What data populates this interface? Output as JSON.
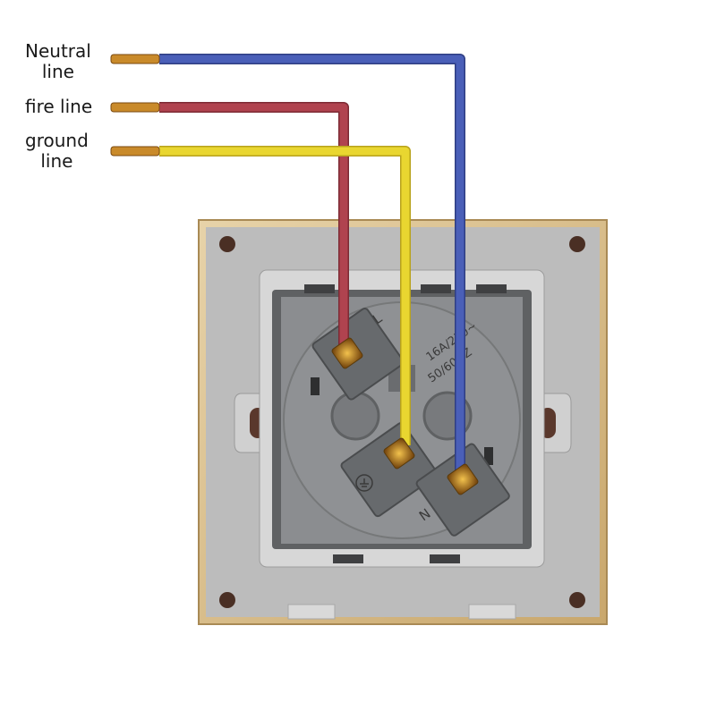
{
  "labels": {
    "neutral": [
      "Neutral",
      "line"
    ],
    "fire": [
      "fire line"
    ],
    "ground": [
      "ground",
      "line"
    ]
  },
  "terminals": {
    "live": "L",
    "neutral": "N",
    "rating": [
      "16A/250~",
      "50/60HZ"
    ]
  },
  "colors": {
    "neutral_wire": "#4a5fb8",
    "fire_wire": "#b0434f",
    "ground_wire": "#e9d630",
    "copper": "#c98a2a",
    "frame_gold": "#d9bf8f",
    "plate_gray": "#b9b9b9",
    "socket_gray": "#8d8f92"
  },
  "icons": {
    "earth_terminal": "earth-ground-icon"
  }
}
